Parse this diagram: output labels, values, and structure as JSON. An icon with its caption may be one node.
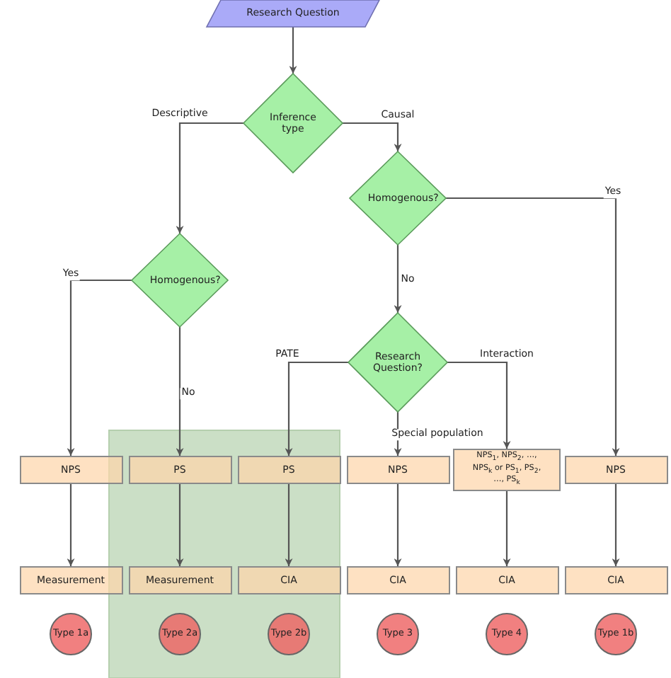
{
  "diagram": {
    "nodes": [
      {
        "text": [
          "Research Question"
        ]
      },
      {
        "text": [
          "Inference type"
        ]
      },
      {
        "text": [
          "Homogenous?"
        ]
      },
      {
        "text": [
          "Homogenous?"
        ]
      },
      {
        "text": [
          "Research Question?"
        ]
      },
      {
        "text": [
          "NPS"
        ]
      },
      {
        "text": [
          "PS"
        ]
      },
      {
        "text": [
          "PS"
        ]
      },
      {
        "text": [
          "NPS"
        ]
      },
      {
        "text": [
          "NPS$_{1}$, NPS$_{2}$, …, NPS$_{k}$ or PS$_{1}$, PS$_{2}$, …, PS$_{k}$"
        ]
      },
      {
        "text": [
          "NPS"
        ]
      },
      {
        "text": [
          "Measurement"
        ]
      },
      {
        "text": [
          "Measurement"
        ]
      },
      {
        "text": [
          "CIA"
        ]
      },
      {
        "text": [
          "CIA"
        ]
      },
      {
        "text": [
          "CIA"
        ]
      },
      {
        "text": [
          "CIA"
        ]
      },
      {
        "text": [
          "Type 1a"
        ]
      },
      {
        "text": [
          "Type 2a"
        ]
      },
      {
        "text": [
          "Type 2b"
        ]
      },
      {
        "text": [
          "Type 3"
        ]
      },
      {
        "text": [
          "Type 4"
        ]
      },
      {
        "text": [
          "Type 1b"
        ]
      }
    ],
    "edges": [
      {
        "from": 0,
        "to": 1,
        "arrow": "to"
      },
      {
        "from": 1,
        "to": 3,
        "arrow": "to",
        "label": "Descriptive"
      },
      {
        "from": 1,
        "to": 2,
        "arrow": "to",
        "label": "Causal"
      },
      {
        "from": 2,
        "to": 10,
        "arrow": "to",
        "label": "Yes"
      },
      {
        "from": 2,
        "to": 4,
        "arrow": "to",
        "label": "No"
      },
      {
        "from": 3,
        "to": 5,
        "arrow": "to",
        "label": "Yes"
      },
      {
        "from": 3,
        "to": 6,
        "arrow": "to",
        "label": "No"
      },
      {
        "from": 4,
        "to": 7,
        "arrow": "to",
        "label": "PATE"
      },
      {
        "from": 4,
        "to": 8,
        "arrow": "to",
        "label": "Special population"
      },
      {
        "from": 4,
        "to": 9,
        "arrow": "to",
        "label": "Interaction"
      },
      {
        "from": 5,
        "to": 11,
        "arrow": "to"
      },
      {
        "from": 6,
        "to": 12,
        "arrow": "to"
      },
      {
        "from": 7,
        "to": 13,
        "arrow": "to"
      },
      {
        "from": 8,
        "to": 14,
        "arrow": "to"
      },
      {
        "from": 9,
        "to": 15,
        "arrow": "to"
      },
      {
        "from": 10,
        "to": 16,
        "arrow": "to"
      }
    ]
  }
}
